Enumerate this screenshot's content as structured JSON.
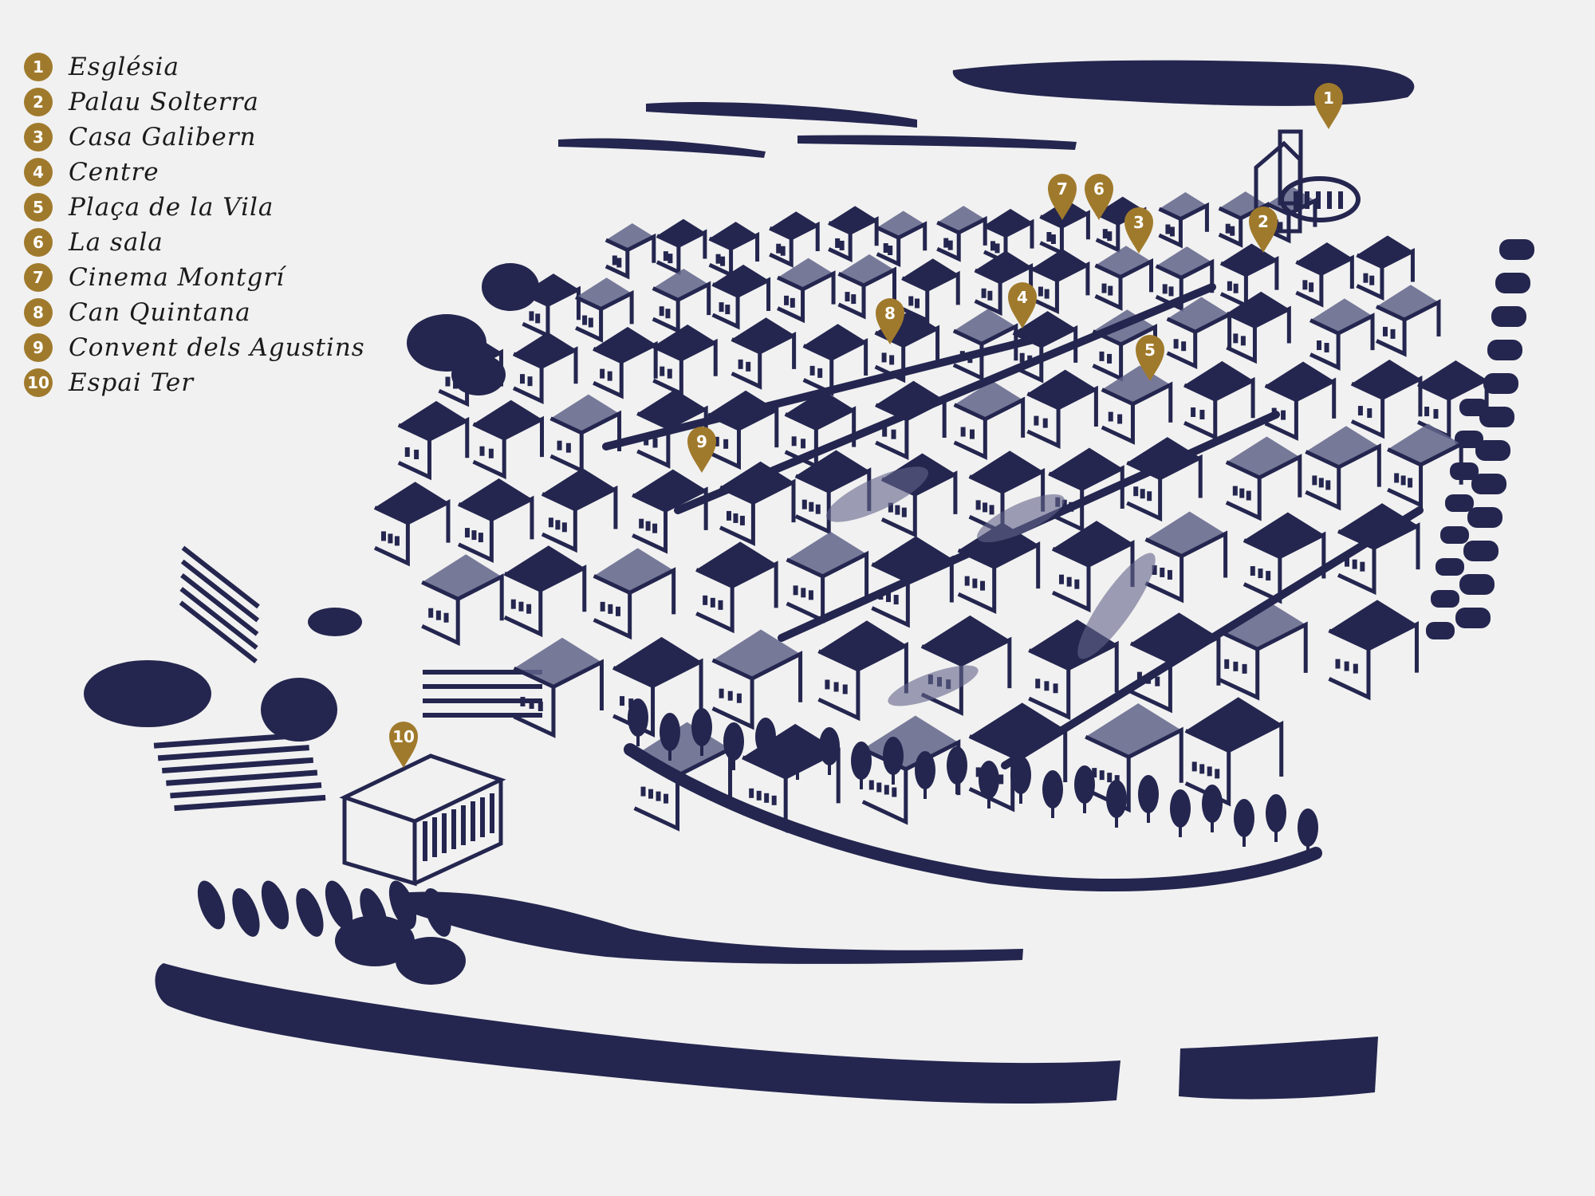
{
  "colors": {
    "ink": "#24264f",
    "ink_light": "#62648a",
    "accent": "#a07a2c",
    "background": "#f1f1f1"
  },
  "legend": [
    {
      "number": "1",
      "label": "Església"
    },
    {
      "number": "2",
      "label": "Palau Solterra"
    },
    {
      "number": "3",
      "label": "Casa Galibern"
    },
    {
      "number": "4",
      "label": "Centre"
    },
    {
      "number": "5",
      "label": "Plaça de la Vila"
    },
    {
      "number": "6",
      "label": "La sala"
    },
    {
      "number": "7",
      "label": "Cinema Montgrí"
    },
    {
      "number": "8",
      "label": "Can Quintana"
    },
    {
      "number": "9",
      "label": "Convent dels Agustins"
    },
    {
      "number": "10",
      "label": "Espai Ter"
    }
  ],
  "map_pins": [
    {
      "number": "1"
    },
    {
      "number": "2"
    },
    {
      "number": "3"
    },
    {
      "number": "4"
    },
    {
      "number": "5"
    },
    {
      "number": "6"
    },
    {
      "number": "7"
    },
    {
      "number": "8"
    },
    {
      "number": "9"
    },
    {
      "number": "10"
    }
  ],
  "icons": {
    "pin": "map-pin-icon",
    "badge": "number-badge-icon"
  }
}
